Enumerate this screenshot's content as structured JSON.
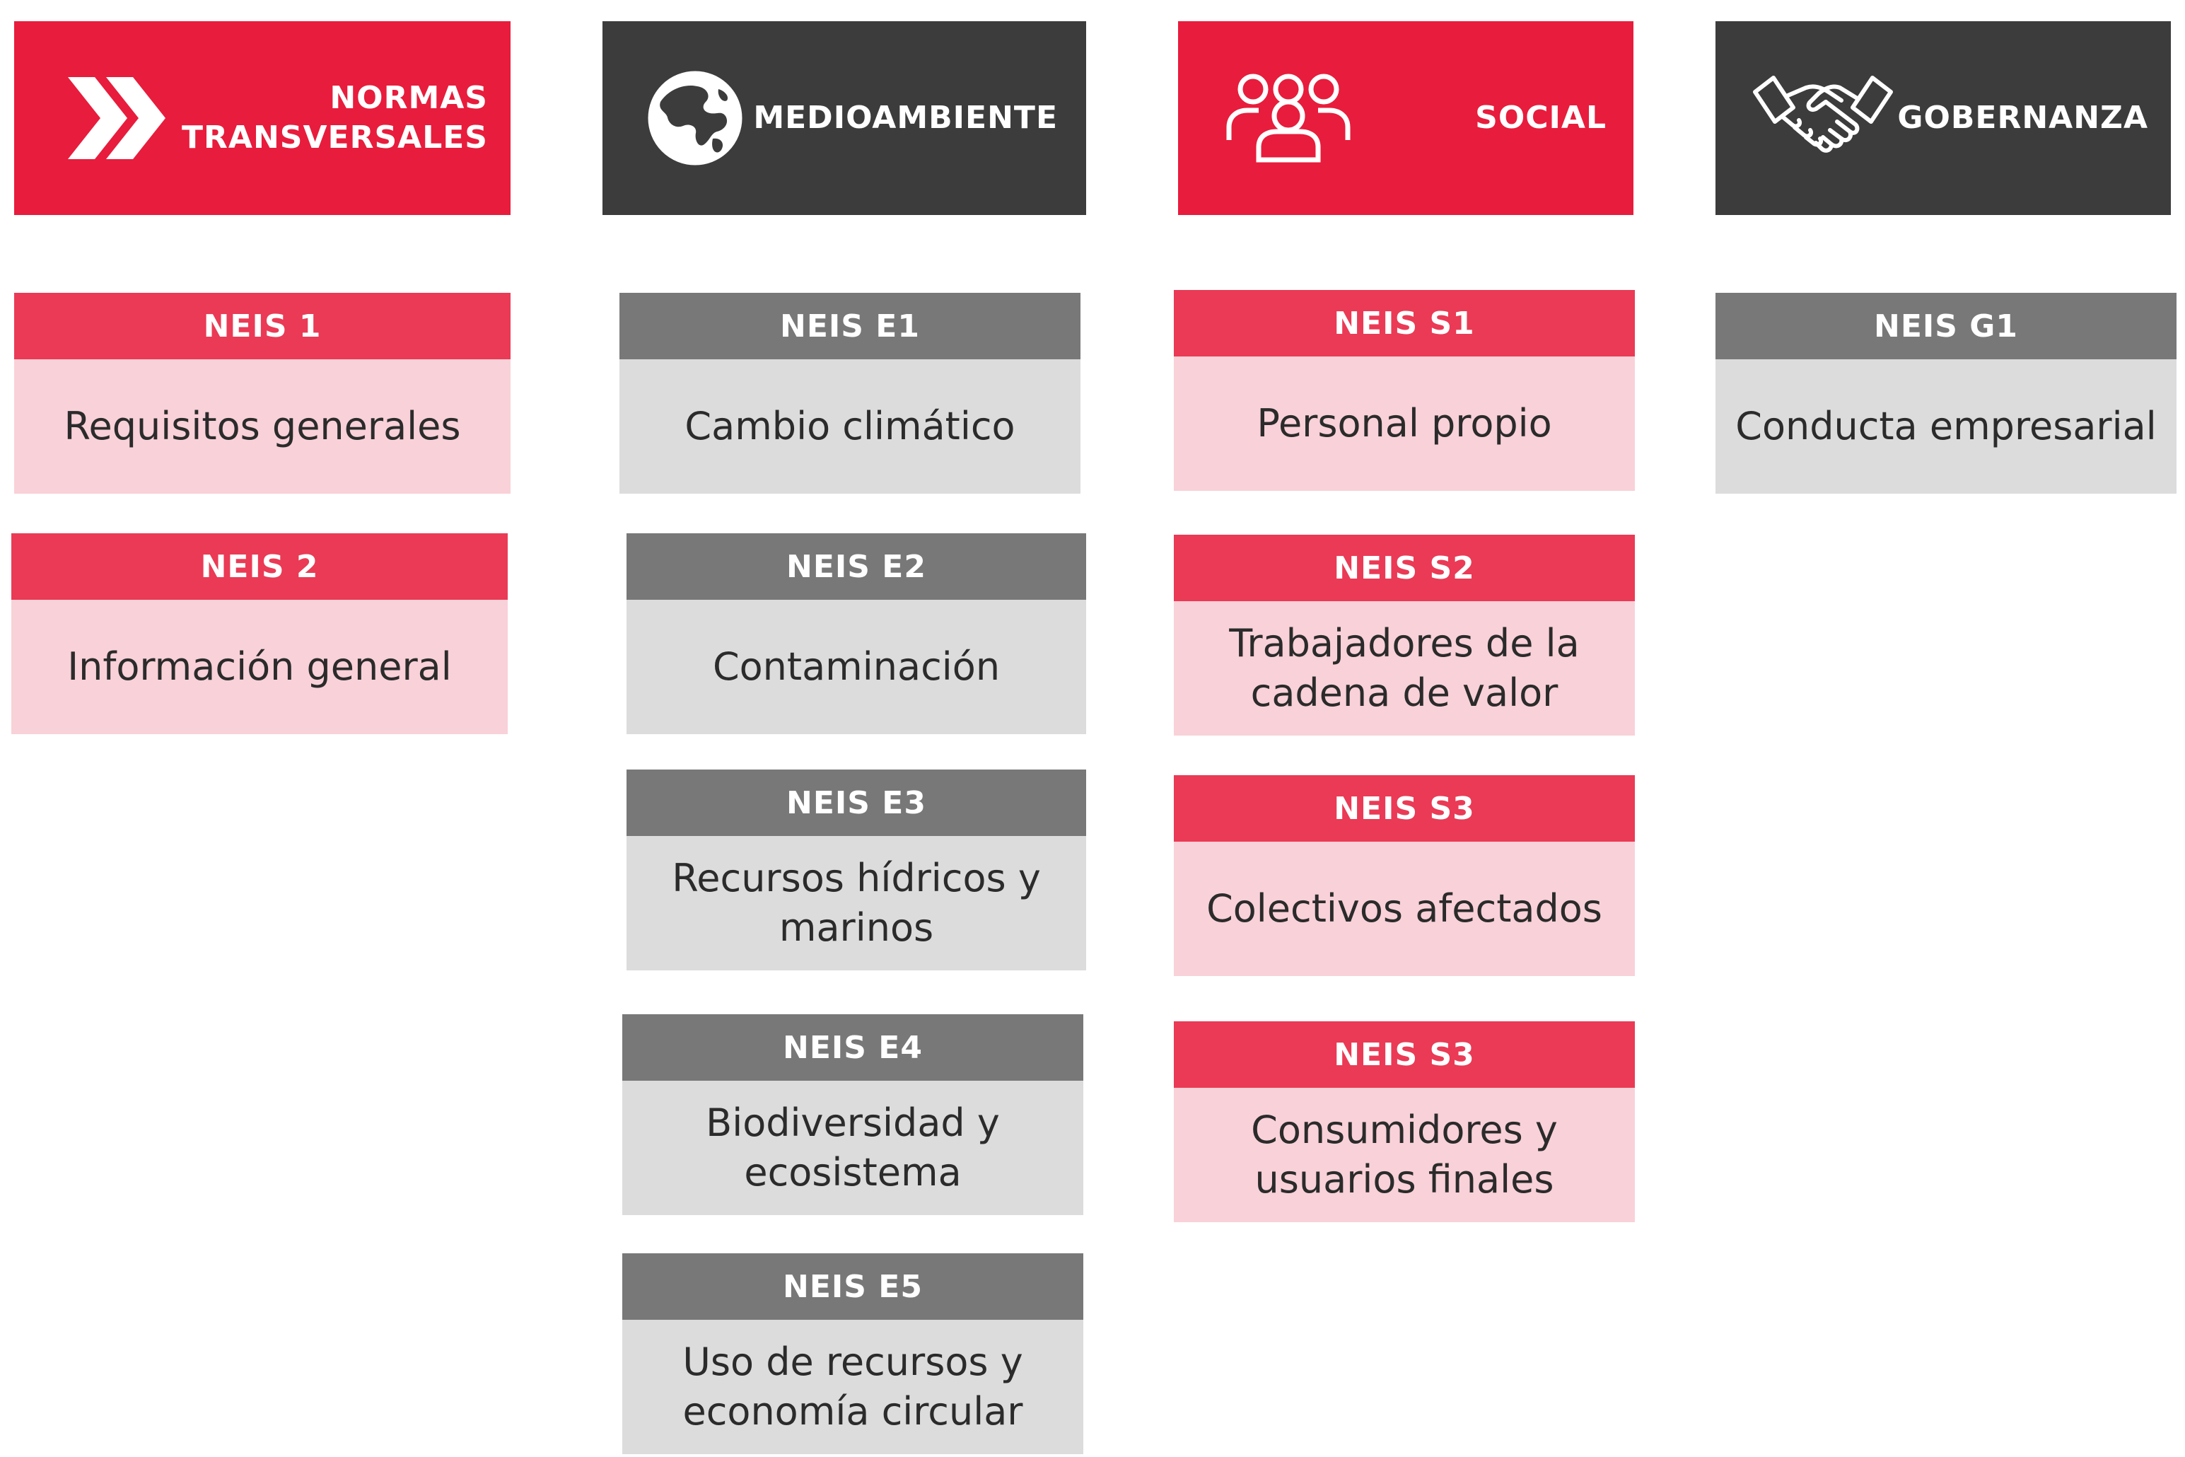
{
  "colors": {
    "header_red": "#e81c3c",
    "header_dark": "#3c3c3c",
    "social_title": "#ea3a55",
    "social_body": "#f9d1d8",
    "env_title": "#787878",
    "env_body": "#dcdcdc"
  },
  "headers": [
    {
      "title": "NORMAS\nTRANSVERSALES",
      "icon": "double-chevron-icon"
    },
    {
      "title": "MEDIOAMBIENTE",
      "icon": "globe-icon"
    },
    {
      "title": "SOCIAL",
      "icon": "people-group-icon"
    },
    {
      "title": "GOBERNANZA",
      "icon": "handshake-icon"
    }
  ],
  "columns": {
    "transversales": [
      {
        "code": "NEIS 1",
        "name": "Requisitos generales"
      },
      {
        "code": "NEIS 2",
        "name": "Información general"
      }
    ],
    "medioambiente": [
      {
        "code": "NEIS E1",
        "name": "Cambio climático"
      },
      {
        "code": "NEIS E2",
        "name": "Contaminación"
      },
      {
        "code": "NEIS E3",
        "name": "Recursos hídricos y\nmarinos"
      },
      {
        "code": "NEIS E4",
        "name": "Biodiversidad y\necosistema"
      },
      {
        "code": "NEIS E5",
        "name": "Uso de recursos y\neconomía circular"
      }
    ],
    "social": [
      {
        "code": "NEIS S1",
        "name": "Personal propio"
      },
      {
        "code": "NEIS S2",
        "name": "Trabajadores de la\ncadena de valor"
      },
      {
        "code": "NEIS S3",
        "name": "Colectivos afectados"
      },
      {
        "code": "NEIS S3",
        "name": "Consumidores y\nusuarios finales"
      }
    ],
    "gobernanza": [
      {
        "code": "NEIS G1",
        "name": "Conducta empresarial"
      }
    ]
  }
}
